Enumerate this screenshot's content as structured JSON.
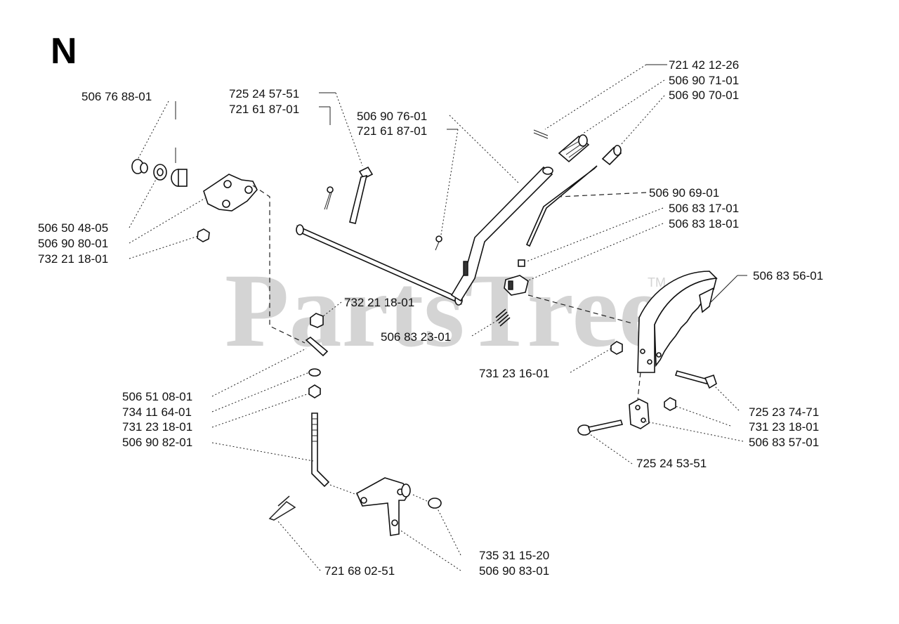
{
  "section_letter": "N",
  "watermark": {
    "text": "PartsTree",
    "tm": "TM"
  },
  "callouts": [
    "506 76 88-01",
    "725 24 57-51",
    "721 61 87-01",
    "506 90 76-01",
    "721 61 87-01",
    "721 42 12-26",
    "506 90 71-01",
    "506 90 70-01",
    "506 90 69-01",
    "506 83 17-01",
    "506 83 18-01",
    "506 50 48-05",
    "506 90 80-01",
    "732 21 18-01",
    "732 21 18-01",
    "506 83 56-01",
    "506 83 23-01",
    "731 23 16-01",
    "725 23 74-71",
    "731 23 18-01",
    "506 83 57-01",
    "725 24 53-51",
    "506 51 08-01",
    "734 11 64-01",
    "731 23 18-01",
    "506 90 82-01",
    "735 31 15-20",
    "506 90 83-01",
    "721 68 02-51"
  ]
}
